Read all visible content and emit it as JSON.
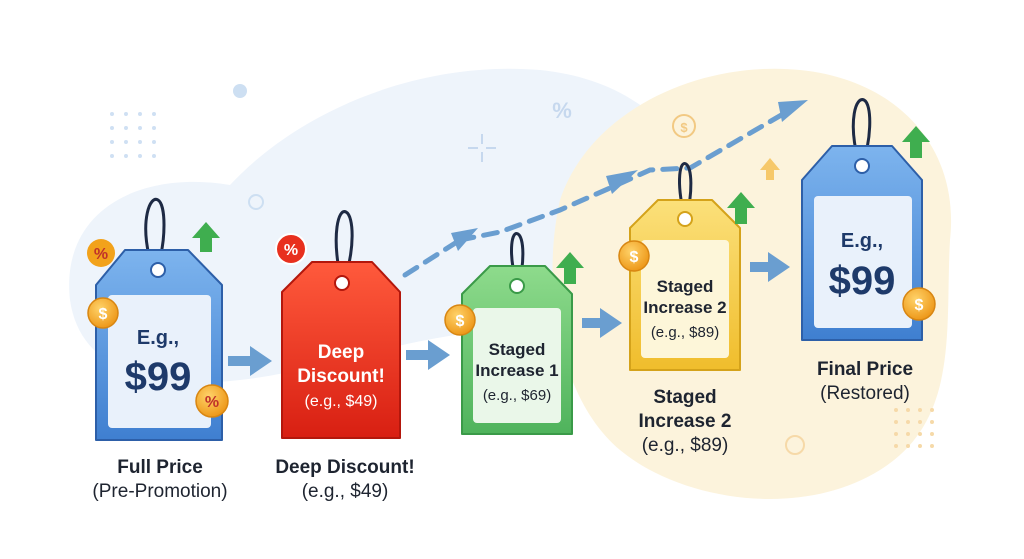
{
  "stages": [
    {
      "tag_line1": "E.g.,",
      "tag_line2": "$99",
      "caption_title": "Full Price",
      "caption_sub": "(Pre-Promotion)",
      "color": "#4a8fdc"
    },
    {
      "tag_line1": "Deep",
      "tag_line2": "Discount!",
      "tag_line3": "(e.g., $49)",
      "caption_title": "Deep Discount!",
      "caption_sub": "(e.g., $49)",
      "color": "#e8301e"
    },
    {
      "tag_line1": "Staged",
      "tag_line2": "Increase 1",
      "tag_line3": "(e.g., $69)",
      "color": "#5cc46a"
    },
    {
      "tag_line1": "Staged",
      "tag_line2": "Increase 2",
      "tag_line3": "(e.g., $89)",
      "caption_title_1": "Staged",
      "caption_title_2": "Increase 2",
      "caption_sub": "(e.g., $89)",
      "color": "#f2c73c"
    },
    {
      "tag_line1": "E.g.,",
      "tag_line2": "$99",
      "caption_title": "Final Price",
      "caption_sub": "(Restored)",
      "color": "#4a8fdc"
    }
  ],
  "icons": {
    "percent_symbol": "%",
    "coin_symbol": "$"
  },
  "colors": {
    "arrow_blue": "#6a9ed0",
    "up_arrow_green": "#3fae4f",
    "coin_orange": "#f2a21b",
    "percent_badge_red": "#e8301e"
  }
}
